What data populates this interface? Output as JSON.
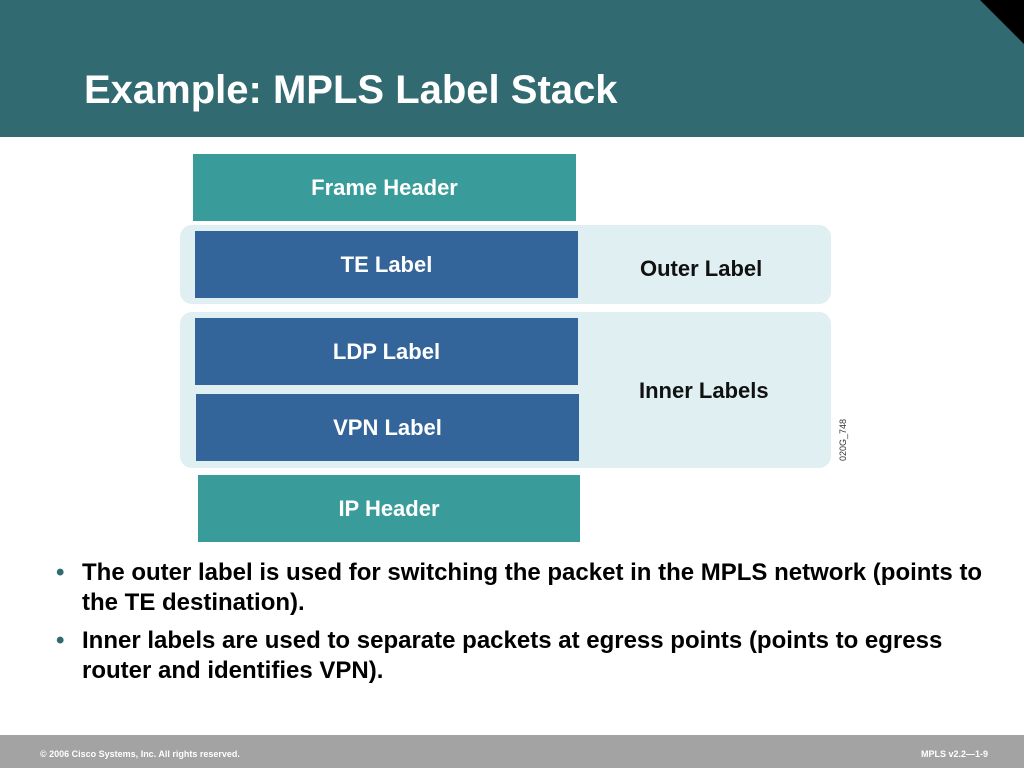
{
  "slide": {
    "title": "Example: MPLS Label Stack"
  },
  "stack": {
    "frame_header": "Frame Header",
    "te_label": "TE Label",
    "ldp_label": "LDP Label",
    "vpn_label": "VPN Label",
    "ip_header": "IP Header",
    "outer_group_label": "Outer Label",
    "inner_group_label": "Inner Labels",
    "figure_id": "020G_748"
  },
  "bullets": [
    "The outer label is used for switching the packet in the MPLS network (points to the TE destination).",
    "Inner labels are used to separate packets at egress points (points to egress router and identifies VPN)."
  ],
  "footer": {
    "copyright": "© 2006 Cisco Systems, Inc. All rights reserved.",
    "course": "MPLS v2.2—1-9"
  },
  "colors": {
    "header": "#326a72",
    "teal_box": "#399c9a",
    "blue_box": "#33659a",
    "group_bg": "#dfeff2",
    "footer": "#a3a3a3"
  }
}
